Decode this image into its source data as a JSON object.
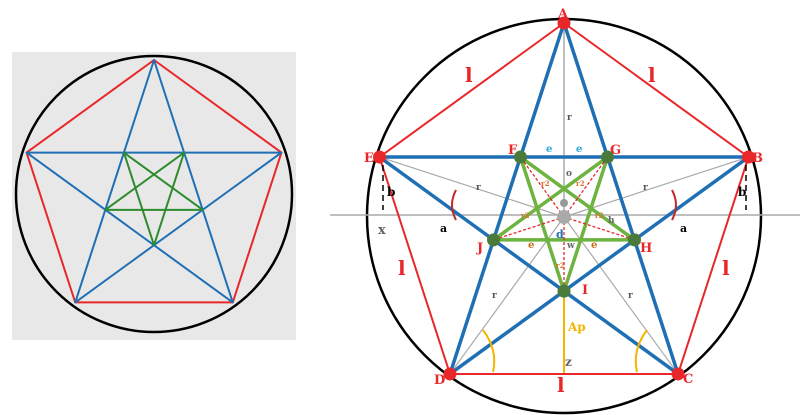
{
  "colors": {
    "circle": "#000000",
    "outer_pentagon": "#e8272a",
    "star": "#1f6fb5",
    "inner_star": "#2e8b2e",
    "inner_star_light": "#6db33f",
    "radius": "#aaaaaa",
    "apothem": "#f5b400",
    "vertex": "#e8272a",
    "inner_vertex": "#4a7a3a",
    "background_left": "#e8e8e8"
  },
  "vertices": [
    "A",
    "B",
    "C",
    "D",
    "E"
  ],
  "inner_vertices": [
    "F",
    "G",
    "H",
    "I",
    "J"
  ],
  "labels": {
    "side": "l",
    "radius": "r",
    "inner_radius": "r2",
    "a": "a",
    "b": "b",
    "x": "x",
    "z": "z",
    "e": "e",
    "d": "d",
    "w": "w",
    "o": "o",
    "apothem": "Ap",
    "h": "h"
  }
}
